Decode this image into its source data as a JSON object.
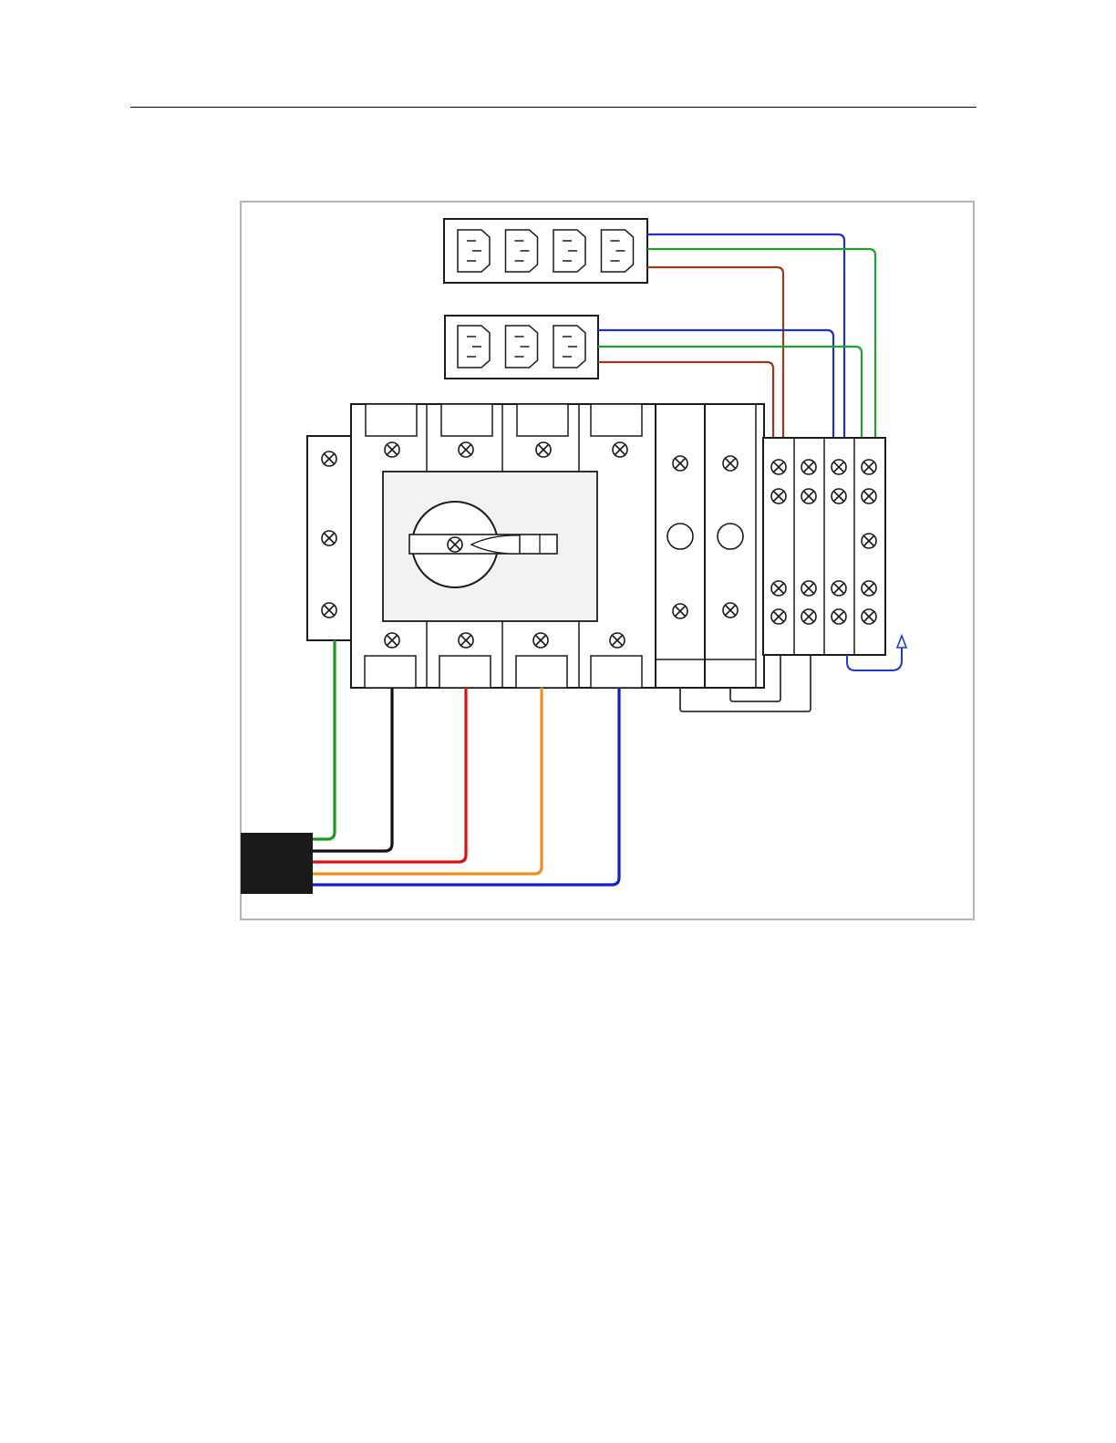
{
  "diagram": {
    "colors": {
      "outline": "#1a1a1a",
      "frame": "#b4b4b4",
      "panel_fill": "#f2f2f2",
      "cable_block": "#1a1a1a",
      "wire_ground": "#1a9a1a",
      "wire_black": "#111111",
      "wire_red": "#e01010",
      "wire_orange": "#f0901a",
      "wire_blue": "#1020d0",
      "wire_brown": "#9a3a1a",
      "wire_outlet_blue": "#2030c8",
      "wire_outlet_green": "#20a030",
      "wire_jumper": "#333333",
      "arrow": "#1a3ad0"
    },
    "components": [
      {
        "id": "outlet-strip-4",
        "kind": "power-outlet-strip",
        "receptacles": 4,
        "icon": "c13-receptacle-icon"
      },
      {
        "id": "outlet-strip-3",
        "kind": "power-outlet-strip",
        "receptacles": 3,
        "icon": "c13-receptacle-icon"
      },
      {
        "id": "ground-terminal",
        "kind": "terminal-block",
        "icon": "screw-terminal-icon"
      },
      {
        "id": "rotary-switch",
        "kind": "four-pole-rotary-disconnect",
        "poles": 4,
        "icon": "rotary-handle-icon"
      },
      {
        "id": "breaker-pair",
        "kind": "miniature-circuit-breakers",
        "count": 2
      },
      {
        "id": "terminal-strip",
        "kind": "terminal-strip",
        "columns": 4
      },
      {
        "id": "input-cable",
        "kind": "cable-entry-block"
      }
    ]
  }
}
